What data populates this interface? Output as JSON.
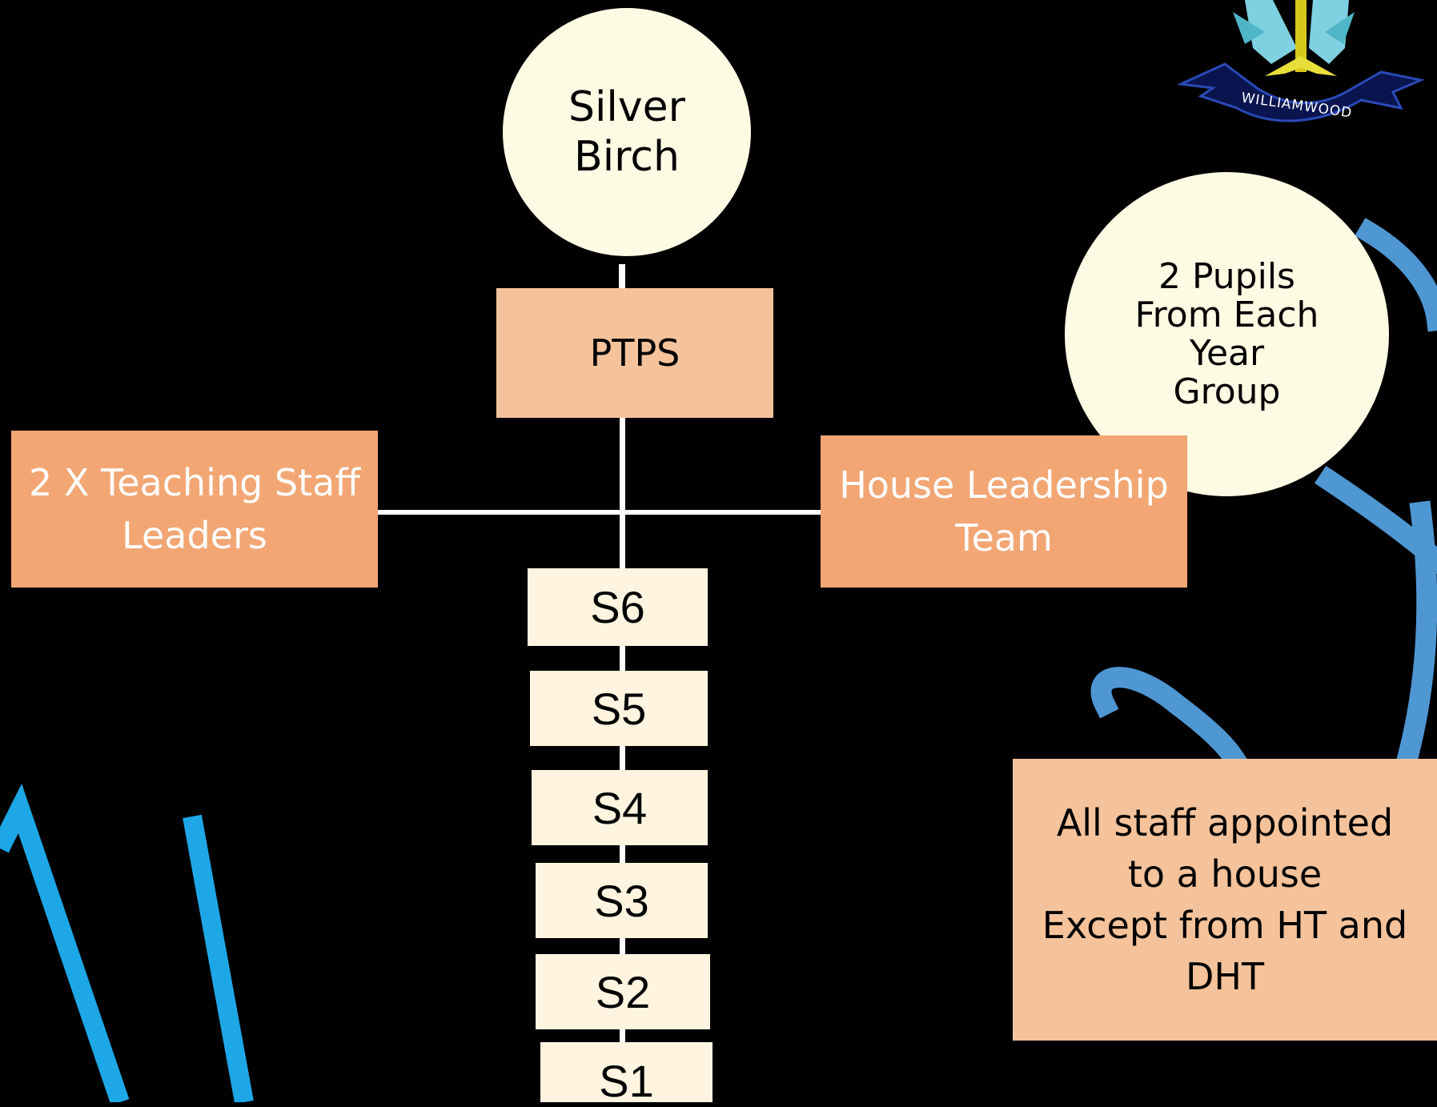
{
  "colors": {
    "background": "#000000",
    "circle_fill": "#fefbe4",
    "salmon": "#f2a673",
    "peach": "#f5c39b",
    "cream": "#fff4df",
    "swirl_blue": "#4f97d3",
    "swirl_cyan": "#1ea7e6",
    "connector": "#ffffff"
  },
  "root": {
    "label": "Silver\nBirch"
  },
  "ptps": {
    "label": "PTPS"
  },
  "left_box": {
    "label": "2 X Teaching Staff\nLeaders"
  },
  "right_box": {
    "label": "House Leadership\nTeam"
  },
  "pupils_circle": {
    "label": "2 Pupils\nFrom Each\nYear\nGroup"
  },
  "note_box": {
    "label": "All staff appointed\nto  a house\nExcept from HT and\nDHT"
  },
  "year_groups": [
    "S6",
    "S5",
    "S4",
    "S3",
    "S2",
    "S1"
  ],
  "logo": {
    "text": "WILLIAMWOOD",
    "icon": "school-crest-icon"
  }
}
